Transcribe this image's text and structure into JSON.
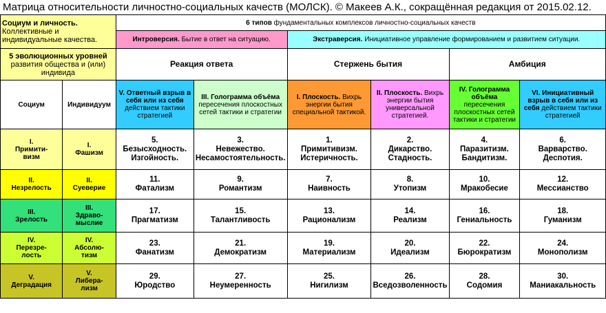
{
  "title": "Матрица относительности личностно-социальных качеств (МОЛСК). © Макеев А.К., сокращённая редакция от 2015.02.12.",
  "corner": {
    "socium_bold": "Социум и личность.",
    "socium_rest": " Коллективные и индивидуальные качества.",
    "levels_bold": "5 эволюционных уровней",
    "levels_rest": " развития общества и (или) индивида",
    "col_socium": "Социум",
    "col_individ": "Индивидуум"
  },
  "header": {
    "types_bold": "6 типов",
    "types_rest": " фундаментальных комплексов личностно-социальных качеств",
    "intro_bold": "Интроверсия.",
    "intro_rest": " Бытие в ответ на ситуацию.",
    "extra_bold": "Экстраверсия.",
    "extra_rest": " Инициативное управление формированием и развитием ситуации.",
    "groups": [
      "Реакция ответа",
      "Стержень бытия",
      "Амбиция"
    ]
  },
  "types": [
    {
      "bold": "V. Ответный взрыв в себя или из себя",
      "rest": " действием тактики стратегией"
    },
    {
      "bold": "III. Голограмма объёма",
      "rest": " пересечения плоскостных сетей тактики и стратегии"
    },
    {
      "bold": "I. Плоскость.",
      "rest": " Вихрь энергии бытия специальной тактикой."
    },
    {
      "bold": "II. Плоскость.",
      "rest": " Вихрь энергии бытия универсальной стратегией."
    },
    {
      "bold": "IV. Голограмма объёма",
      "rest": " пересечения плоскостных сетей тактики и стратегии"
    },
    {
      "bold": "VI. Инициативный взрыв в себя или из себя",
      "rest": " действием тактики стратегией"
    }
  ],
  "rows": [
    {
      "socium": "I.\nПримити-\nвизм",
      "individ": "I.\nФашизм",
      "color": "#ffff99",
      "cells": [
        "5.\nБезысходность.\nИзгойность.",
        "3.\nНевежество. Несамостоятельность.",
        "1.\nПримитивизм. Истеричность.",
        "2.\nДикарство.\nСтадность.",
        "4.\nПаразитизм.\nБандитизм.",
        "6.\nВарварство. Деспотия."
      ]
    },
    {
      "socium": "II.\nНезрелость",
      "individ": "II.\nСуеверие",
      "color": "#ffff00",
      "cells": [
        "11.\nФатализм",
        "9.\nРомантизм",
        "7.\nНаивность",
        "8.\nУтопизм",
        "10.\nМракобесие",
        "12.\nМессианство"
      ]
    },
    {
      "socium": "III.\nЗрелость",
      "individ": "III.\nЗдраво-\nмыслие",
      "color": "#33e07a",
      "cells": [
        "17.\nПрагматизм",
        "15.\nТалантливость",
        "13.\nРационализм",
        "14.\nРеализм",
        "16.\nГениальность",
        "18.\nГуманизм"
      ]
    },
    {
      "socium": "IV.\nПерезре-\nлость",
      "individ": "IV.\nАбсолю-\nтизм",
      "color": "#ccff33",
      "cells": [
        "23.\nФанатизм",
        "21.\nДемократизм",
        "19.\nМатериализм",
        "20.\nИдеализм",
        "22.\nБюрократизм",
        "24.\nМонополизм"
      ]
    },
    {
      "socium": "V.\nДеградация",
      "individ": "V.\nЛибера-\nлизм",
      "color": "#c7c426",
      "cells": [
        "29.\nЮродство",
        "27.\nНеумеренность",
        "25.\nНигилизм",
        "26.\nВседозволенность",
        "28.\nСодомия",
        "30.\nМаниакальность"
      ]
    }
  ],
  "colors": {
    "corner_bg": "#ffff99",
    "intro_bg": "#ff99cc",
    "extra_bg": "#99ffff",
    "type_colors": [
      "#33ccff",
      "#ccffcc",
      "#ff9933",
      "#ff99ff",
      "#66ff33",
      "#33ccff"
    ]
  }
}
